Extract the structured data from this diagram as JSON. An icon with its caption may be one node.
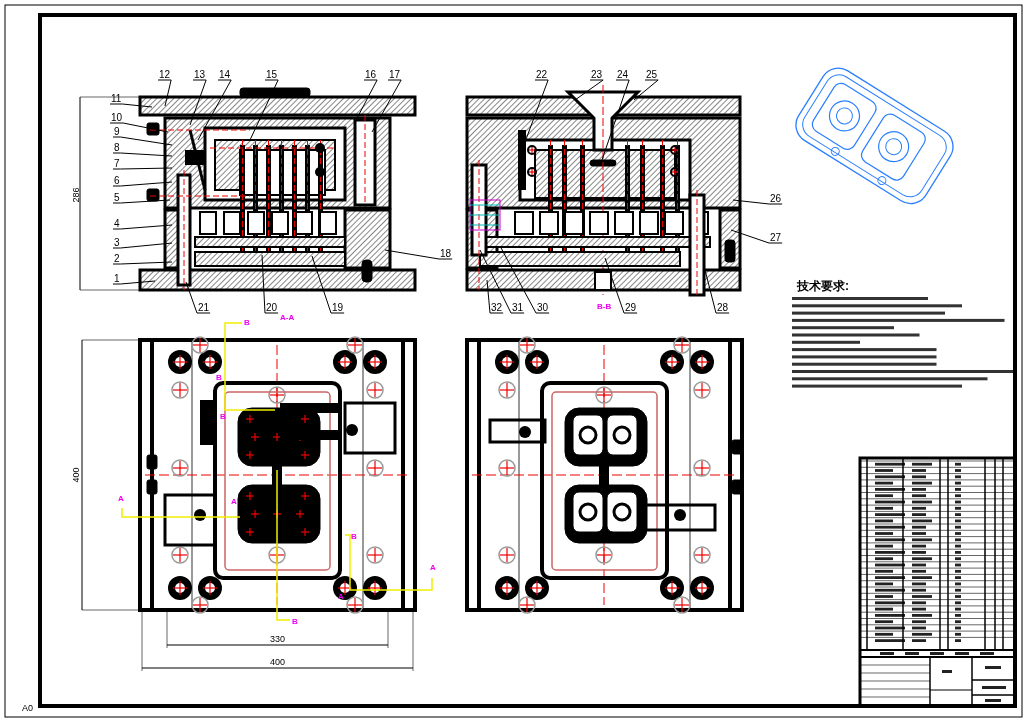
{
  "diagram": {
    "nodes": [
      {
        "text": [
          "1"
        ]
      },
      {
        "text": [
          "2"
        ]
      },
      {
        "text": [
          "3"
        ]
      },
      {
        "text": [
          "4"
        ]
      },
      {
        "text": [
          "5"
        ]
      },
      {
        "text": [
          "6"
        ]
      },
      {
        "text": [
          "7"
        ]
      },
      {
        "text": [
          "8"
        ]
      },
      {
        "text": [
          "9"
        ]
      },
      {
        "text": [
          "10"
        ]
      },
      {
        "text": [
          "11"
        ]
      },
      {
        "text": [
          "12"
        ]
      },
      {
        "text": [
          "13"
        ]
      },
      {
        "text": [
          "14"
        ]
      },
      {
        "text": [
          "15"
        ]
      },
      {
        "text": [
          "16"
        ]
      },
      {
        "text": [
          "17"
        ]
      },
      {
        "text": [
          "18"
        ]
      },
      {
        "text": [
          "19"
        ]
      },
      {
        "text": [
          "20"
        ]
      },
      {
        "text": [
          "21"
        ]
      },
      {
        "text": [
          "22"
        ]
      },
      {
        "text": [
          "23"
        ]
      },
      {
        "text": [
          "24"
        ]
      },
      {
        "text": [
          "25"
        ]
      },
      {
        "text": [
          "26"
        ]
      },
      {
        "text": [
          "27"
        ]
      },
      {
        "text": [
          "28"
        ]
      },
      {
        "text": [
          "29"
        ]
      },
      {
        "text": [
          "30"
        ]
      },
      {
        "text": [
          "31"
        ]
      },
      {
        "text": [
          "32"
        ]
      }
    ],
    "edges": [
      {
        "from": 0,
        "to": null,
        "arrow": "none"
      },
      {
        "from": 1,
        "to": null,
        "arrow": "none"
      },
      {
        "from": 2,
        "to": null,
        "arrow": "none"
      },
      {
        "from": 3,
        "to": null,
        "arrow": "none"
      },
      {
        "from": 4,
        "to": null,
        "arrow": "none"
      },
      {
        "from": 5,
        "to": null,
        "arrow": "none"
      },
      {
        "from": 6,
        "to": null,
        "arrow": "none"
      },
      {
        "from": 7,
        "to": null,
        "arrow": "none"
      },
      {
        "from": 8,
        "to": null,
        "arrow": "none"
      },
      {
        "from": 9,
        "to": null,
        "arrow": "none"
      },
      {
        "from": 10,
        "to": null,
        "arrow": "none"
      },
      {
        "from": 11,
        "to": null,
        "arrow": "none"
      },
      {
        "from": 12,
        "to": null,
        "arrow": "none"
      },
      {
        "from": 13,
        "to": null,
        "arrow": "none"
      },
      {
        "from": 14,
        "to": null,
        "arrow": "none"
      },
      {
        "from": 15,
        "to": null,
        "arrow": "none"
      },
      {
        "from": 16,
        "to": null,
        "arrow": "none"
      },
      {
        "from": 17,
        "to": null,
        "arrow": "none"
      },
      {
        "from": 18,
        "to": null,
        "arrow": "none"
      },
      {
        "from": 19,
        "to": null,
        "arrow": "none"
      },
      {
        "from": 20,
        "to": null,
        "arrow": "none"
      },
      {
        "from": 21,
        "to": null,
        "arrow": "none"
      },
      {
        "from": 22,
        "to": null,
        "arrow": "none"
      },
      {
        "from": 23,
        "to": null,
        "arrow": "none"
      },
      {
        "from": 24,
        "to": null,
        "arrow": "none"
      },
      {
        "from": 25,
        "to": null,
        "arrow": "none"
      },
      {
        "from": 26,
        "to": null,
        "arrow": "none"
      },
      {
        "from": 27,
        "to": null,
        "arrow": "none"
      },
      {
        "from": 28,
        "to": null,
        "arrow": "none"
      },
      {
        "from": 29,
        "to": null,
        "arrow": "none"
      },
      {
        "from": 30,
        "to": null,
        "arrow": "none"
      },
      {
        "from": 31,
        "to": null,
        "arrow": "none"
      }
    ],
    "labels": [
      "286",
      "技术要求:",
      "B-B",
      "A-A",
      "B",
      "B",
      "B",
      "A",
      "A",
      "B",
      "A",
      "A",
      "B",
      "400",
      "330",
      "400",
      "A0"
    ]
  }
}
